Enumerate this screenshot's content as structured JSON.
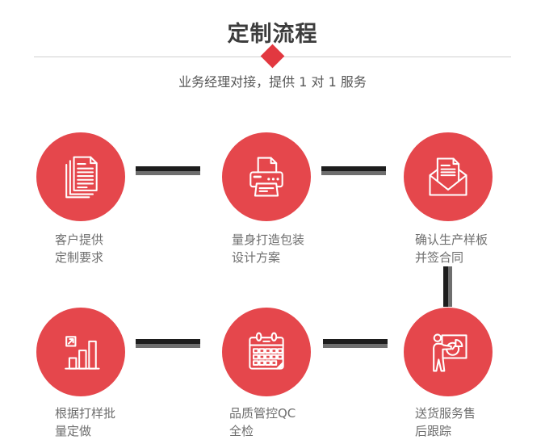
{
  "header": {
    "title": "定制流程",
    "subtitle": "业务经理对接，提供 1 对 1 服务"
  },
  "colors": {
    "accent_red": "#e5474c",
    "diamond_red": "#e23840",
    "connector_dark": "#1d1d1d",
    "connector_gray": "#6e6e6e"
  },
  "steps": [
    {
      "icon": "documents-icon",
      "label_line1": "客户提供",
      "label_line2": "定制要求"
    },
    {
      "icon": "printer-icon",
      "label_line1": "量身打造包装",
      "label_line2": "设计方案"
    },
    {
      "icon": "envelope-icon",
      "label_line1": "确认生产样板",
      "label_line2": "并签合同"
    },
    {
      "icon": "bar-chart-icon",
      "label_line1": "根据打样批",
      "label_line2": "量定做"
    },
    {
      "icon": "calendar-icon",
      "label_line1": "品质管控QC",
      "label_line2": "全检"
    },
    {
      "icon": "presentation-icon",
      "label_line1": "送货服务售",
      "label_line2": "后跟踪"
    }
  ]
}
